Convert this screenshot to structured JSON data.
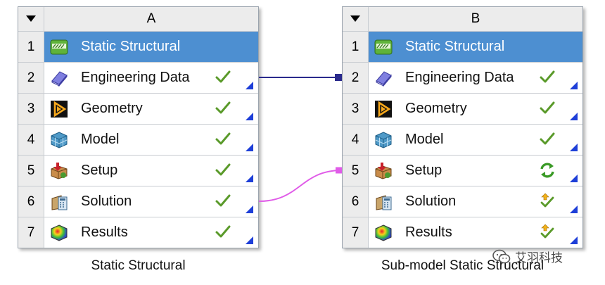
{
  "systems": [
    {
      "column": "A",
      "caption": "Static Structural",
      "rows": [
        {
          "index": "1",
          "label": "Static Structural",
          "icon": "static-structural-icon",
          "status": null
        },
        {
          "index": "2",
          "label": "Engineering Data",
          "icon": "engineering-data-icon",
          "status": "check"
        },
        {
          "index": "3",
          "label": "Geometry",
          "icon": "geometry-icon",
          "status": "check"
        },
        {
          "index": "4",
          "label": "Model",
          "icon": "model-icon",
          "status": "check"
        },
        {
          "index": "5",
          "label": "Setup",
          "icon": "setup-icon",
          "status": "check"
        },
        {
          "index": "6",
          "label": "Solution",
          "icon": "solution-icon",
          "status": "check"
        },
        {
          "index": "7",
          "label": "Results",
          "icon": "results-icon",
          "status": "check"
        }
      ]
    },
    {
      "column": "B",
      "caption": "Sub-model Static Structural",
      "rows": [
        {
          "index": "1",
          "label": "Static Structural",
          "icon": "static-structural-icon",
          "status": null
        },
        {
          "index": "2",
          "label": "Engineering Data",
          "icon": "engineering-data-icon",
          "status": "check"
        },
        {
          "index": "3",
          "label": "Geometry",
          "icon": "geometry-icon",
          "status": "check"
        },
        {
          "index": "4",
          "label": "Model",
          "icon": "model-icon",
          "status": "check"
        },
        {
          "index": "5",
          "label": "Setup",
          "icon": "setup-icon",
          "status": "refresh"
        },
        {
          "index": "6",
          "label": "Solution",
          "icon": "solution-icon",
          "status": "update-required"
        },
        {
          "index": "7",
          "label": "Results",
          "icon": "results-icon",
          "status": "update-required"
        }
      ]
    }
  ],
  "links": [
    {
      "from": "A2",
      "to": "B2",
      "type": "shared",
      "color": "#2a2a8c"
    },
    {
      "from": "A6",
      "to": "B5",
      "type": "transfer",
      "color": "#e05ce8"
    }
  ],
  "colors": {
    "selected_row": "#4d8fd1",
    "check": "#5a9a2a",
    "corner_triangle": "#1e3fd8"
  },
  "watermark": {
    "text": "艾羽科技",
    "icon": "wechat-icon"
  }
}
